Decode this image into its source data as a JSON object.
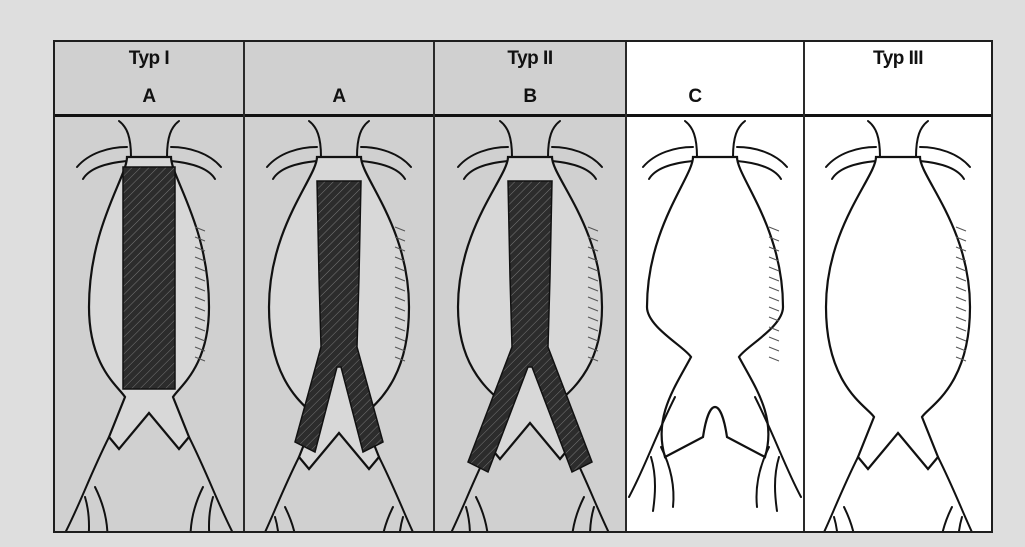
{
  "columns": [
    {
      "type_label": "Typ I",
      "letter": "A",
      "shade": "gray",
      "graft": "tube"
    },
    {
      "type_label": "",
      "letter": "A",
      "shade": "gray",
      "graft": "bifurcated-short"
    },
    {
      "type_label": "Typ II",
      "letter": "B",
      "shade": "gray",
      "graft": "bifurcated-long"
    },
    {
      "type_label": "",
      "letter": "C",
      "shade": "white",
      "graft": "none"
    },
    {
      "type_label": "Typ III",
      "letter": "",
      "shade": "white",
      "graft": "none"
    }
  ],
  "colors": {
    "background": "#dedede",
    "gray_panel": "#d0d0d0",
    "white_panel": "#ffffff",
    "graft": "#2c2c2c",
    "line": "#111111"
  }
}
